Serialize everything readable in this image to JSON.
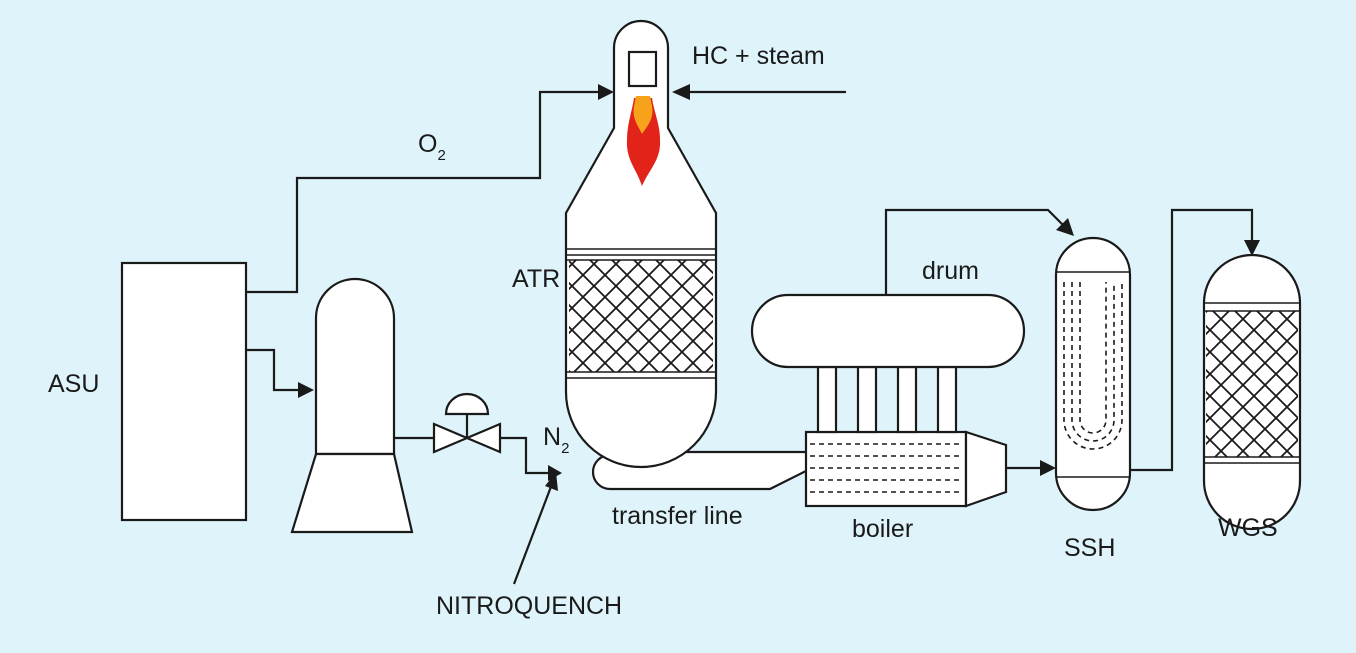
{
  "colors": {
    "background": "#def3fa",
    "equipment_fill": "#ffffff",
    "line": "#1a1a1a",
    "flame_outer": "#e2231a",
    "flame_inner": "#f7a21b"
  },
  "labels": {
    "asu": "ASU",
    "atr": "ATR",
    "hc_steam": "HC + steam",
    "o2_main": "O",
    "o2_sub": "2",
    "n2_main": "N",
    "n2_sub": "2",
    "transfer_line": "transfer line",
    "boiler": "boiler",
    "drum": "drum",
    "ssh": "SSH",
    "wgs": "WGS",
    "nitroquench": "NITROQUENCH"
  },
  "icons": {
    "burner": "flame-icon",
    "valve": "control-valve-icon"
  }
}
